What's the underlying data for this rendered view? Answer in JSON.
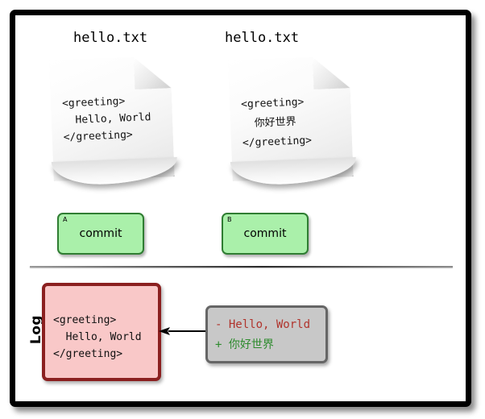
{
  "frame": {
    "border_color": "#000000",
    "background": "#ffffff"
  },
  "documents": [
    {
      "id": "A",
      "title": "hello.txt",
      "content": "<greeting>\n  Hello, World\n</greeting>"
    },
    {
      "id": "B",
      "title": "hello.txt",
      "content": "<greeting>\n  你好世界\n</greeting>"
    }
  ],
  "commits": [
    {
      "tag": "A",
      "label": "commit",
      "fill": "#aaf0aa",
      "border": "#2f7d32"
    },
    {
      "tag": "B",
      "label": "commit",
      "fill": "#aaf0aa",
      "border": "#2f7d32"
    }
  ],
  "log": {
    "axis_label": "Log",
    "entry": {
      "content": "<greeting>\n  Hello, World\n</greeting>",
      "fill": "#f9c8c8",
      "border": "#8b2020"
    }
  },
  "diff": {
    "removed": "- Hello, World",
    "added": "+ 你好世界",
    "removed_color": "#b0342d",
    "added_color": "#2e8b2e",
    "fill": "#c8c8c8",
    "border": "#666666"
  },
  "arrow": {
    "direction": "left",
    "color": "#000000"
  }
}
